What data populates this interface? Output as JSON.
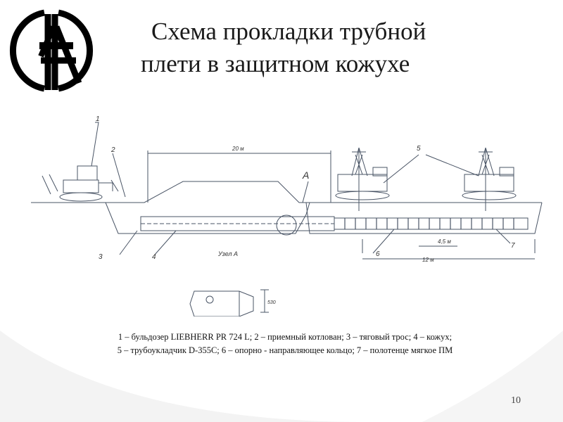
{
  "slide": {
    "title_line1": "Схема прокладки трубной",
    "title_line2": "плети в защитном кожухе",
    "page_number": "10"
  },
  "diagram": {
    "callouts": [
      "1",
      "2",
      "3",
      "4",
      "5",
      "6",
      "7"
    ],
    "dim_20": "20 м",
    "dim_12": "12 м",
    "dim_45": "4,5 м",
    "node_label": "Узел А",
    "node_marker": "А",
    "small_dim": "530"
  },
  "caption": {
    "line1": "1 – бульдозер LIEBHERR PR 724 L; 2 – приемный котлован; 3 – тяговый трос; 4 – кожух;",
    "line2": "5 – трубоукладчик D-355C; 6 – опорно - направляющее кольцо; 7 – полотенце мягкое ПМ"
  },
  "colors": {
    "line": "#4a5566",
    "text": "#1a1a1a",
    "swoosh": "#eeeeee"
  }
}
